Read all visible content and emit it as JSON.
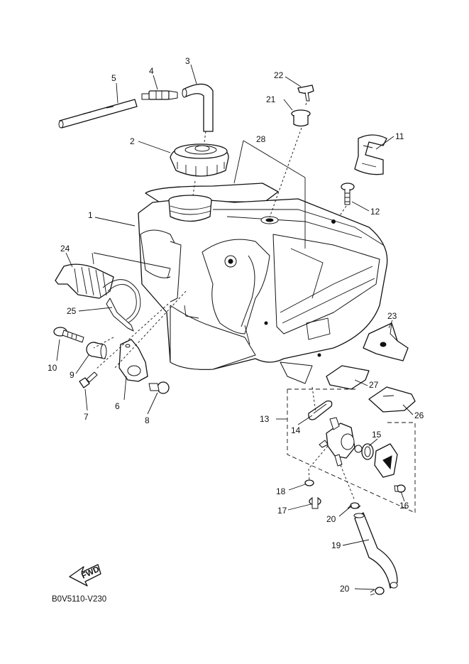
{
  "diagram": {
    "code": "B0V5110-V230",
    "fwd_label": "FWD",
    "callouts": [
      {
        "id": "c1",
        "text": "1"
      },
      {
        "id": "c2",
        "text": "2"
      },
      {
        "id": "c3",
        "text": "3"
      },
      {
        "id": "c4",
        "text": "4"
      },
      {
        "id": "c5",
        "text": "5"
      },
      {
        "id": "c6",
        "text": "6"
      },
      {
        "id": "c7",
        "text": "7"
      },
      {
        "id": "c8",
        "text": "8"
      },
      {
        "id": "c9",
        "text": "9"
      },
      {
        "id": "c10",
        "text": "10"
      },
      {
        "id": "c11",
        "text": "11"
      },
      {
        "id": "c12",
        "text": "12"
      },
      {
        "id": "c13",
        "text": "13"
      },
      {
        "id": "c14",
        "text": "14"
      },
      {
        "id": "c15",
        "text": "15"
      },
      {
        "id": "c16",
        "text": "16"
      },
      {
        "id": "c17",
        "text": "17"
      },
      {
        "id": "c18",
        "text": "18"
      },
      {
        "id": "c19",
        "text": "19"
      },
      {
        "id": "c20a",
        "text": "20"
      },
      {
        "id": "c20b",
        "text": "20"
      },
      {
        "id": "c21",
        "text": "21"
      },
      {
        "id": "c22",
        "text": "22"
      },
      {
        "id": "c23",
        "text": "23"
      },
      {
        "id": "c24",
        "text": "24"
      },
      {
        "id": "c25",
        "text": "25"
      },
      {
        "id": "c26",
        "text": "26"
      },
      {
        "id": "c27",
        "text": "27"
      },
      {
        "id": "c28",
        "text": "28"
      }
    ]
  }
}
